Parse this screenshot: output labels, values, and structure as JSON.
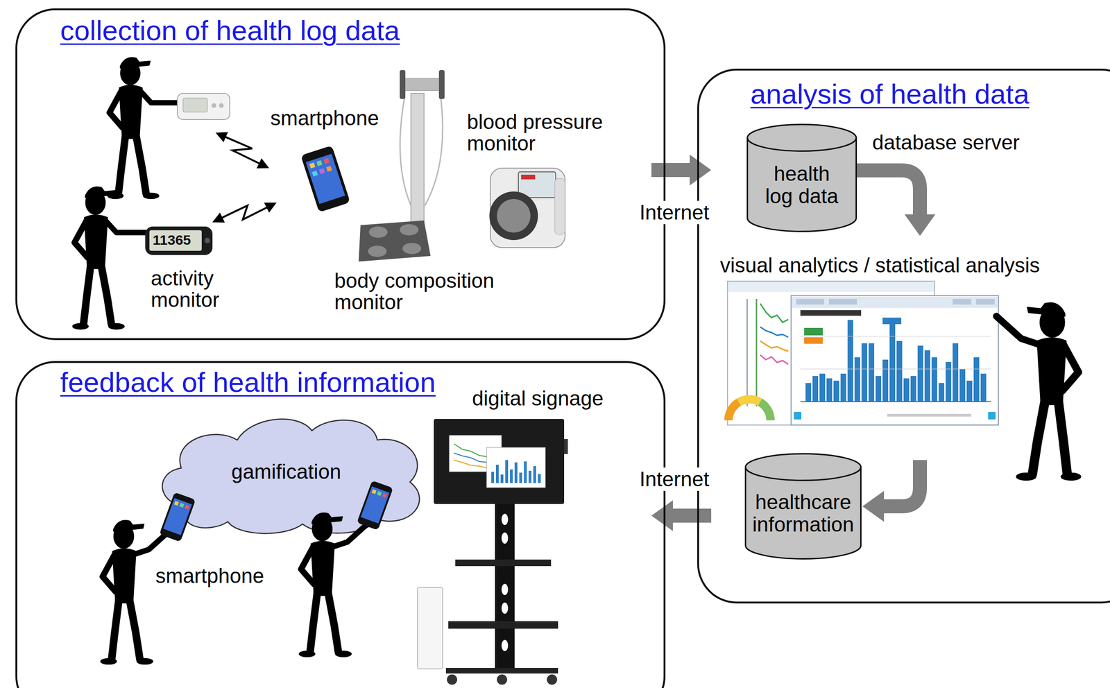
{
  "diagram": {
    "nodes": [
      {
        "text": [
          "collection of health log data"
        ]
      },
      {
        "text": [
          "analysis of health data"
        ]
      },
      {
        "text": [
          "health log data"
        ],
        "in": 1
      },
      {
        "text": [
          "healthcare information"
        ],
        "in": 1
      },
      {
        "text": [
          "feedback of health information"
        ]
      },
      {
        "text": [
          "gamification"
        ],
        "in": 4
      }
    ],
    "edges": [
      {
        "from": 0,
        "to": 1,
        "arrow": "to",
        "label": "Internet"
      },
      {
        "from": 2,
        "to": 3,
        "arrow": "to"
      },
      {
        "from": 1,
        "to": 4,
        "arrow": "to",
        "label": "Internet"
      }
    ],
    "labels": [
      "smartphone",
      "blood pressure monitor",
      "11365",
      "activity monitor",
      "body composition monitor",
      "database server",
      "visual analytics / statistical analysis",
      "digital signage",
      "smartphone"
    ]
  }
}
